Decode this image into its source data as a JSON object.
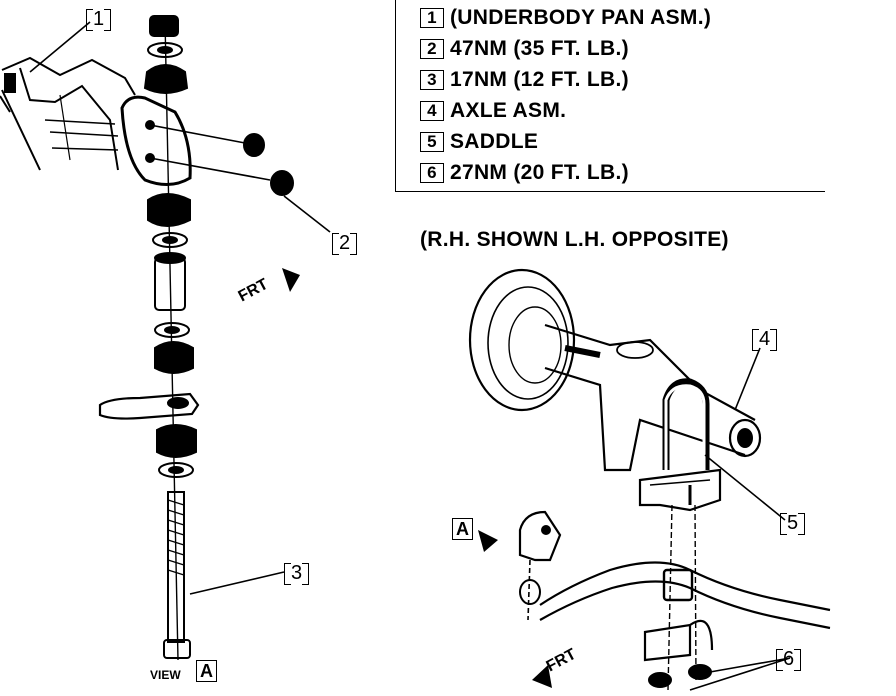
{
  "legend": [
    {
      "key": "1",
      "text": "(UNDERBODY PAN ASM.)"
    },
    {
      "key": "2",
      "text": "47NM (35 FT. LB.)"
    },
    {
      "key": "3",
      "text": "17NM (12 FT. LB.)"
    },
    {
      "key": "4",
      "text": "AXLE ASM."
    },
    {
      "key": "5",
      "text": "SADDLE"
    },
    {
      "key": "6",
      "text": "27NM (20 FT. LB.)"
    }
  ],
  "subtitle": "(R.H. SHOWN L.H. OPPOSITE)",
  "callouts": {
    "c1": "1",
    "c2": "2",
    "c3": "3",
    "c4": "4",
    "c5": "5",
    "c6": "6"
  },
  "frt_label": "FRT",
  "view_label": "VIEW",
  "view_key": "A",
  "arrow_key": "A"
}
